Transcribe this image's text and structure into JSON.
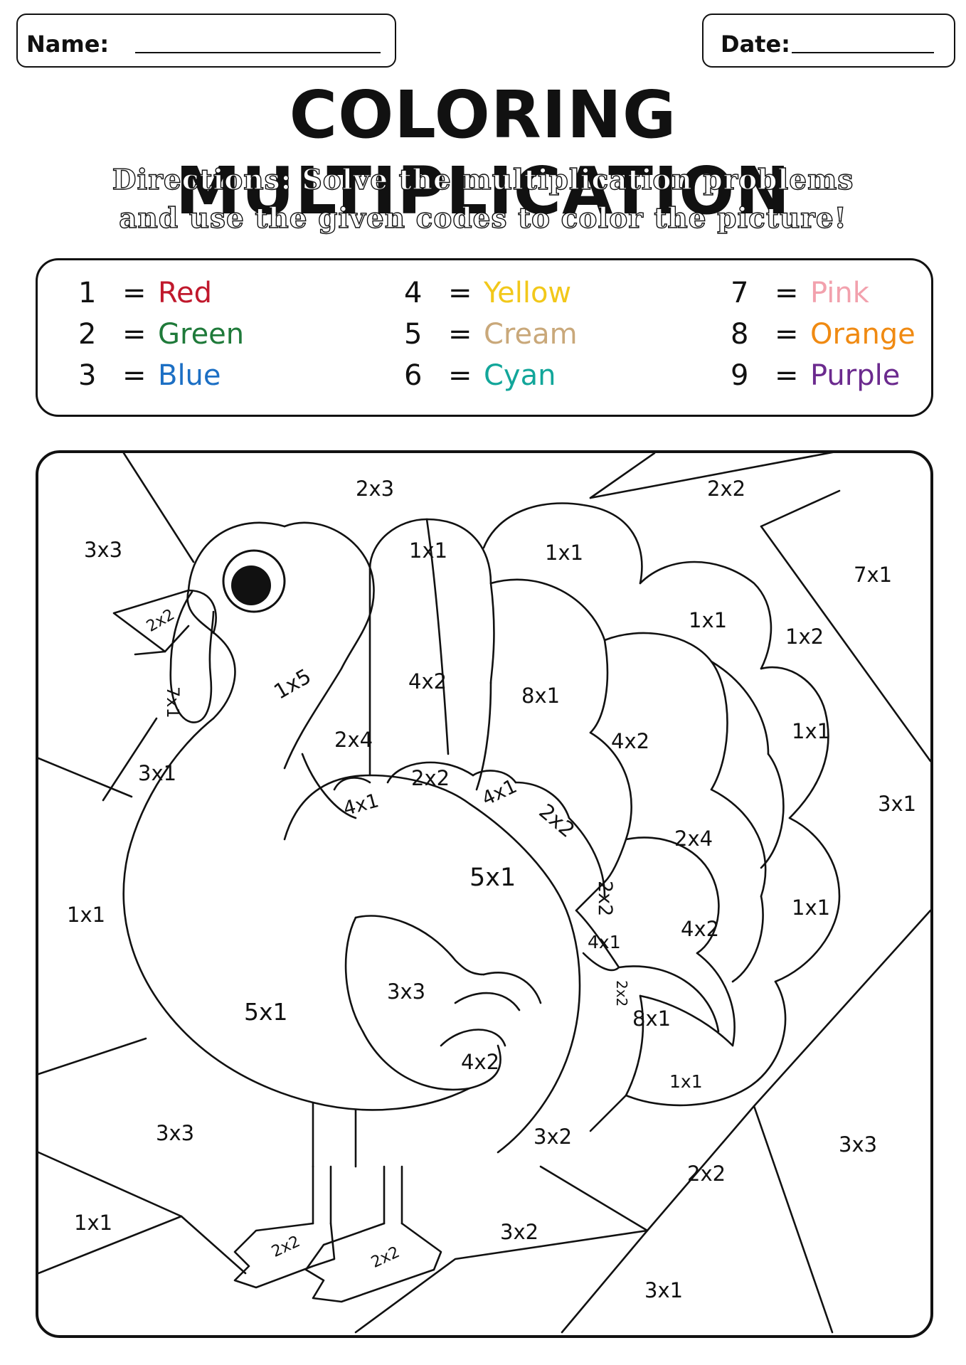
{
  "header": {
    "name_label": "Name:",
    "date_label": "Date:"
  },
  "title": "COLORING MULTIPLICATION",
  "directions": {
    "line1": "Directions: Solve the multiplication problems",
    "line2": "and use the given codes to color the picture!"
  },
  "color_key": [
    {
      "number": "1",
      "equals": "=",
      "color": "Red",
      "hex": "#c0182c"
    },
    {
      "number": "2",
      "equals": "=",
      "color": "Green",
      "hex": "#1f7a3a"
    },
    {
      "number": "3",
      "equals": "=",
      "color": "Blue",
      "hex": "#1c6fc4"
    },
    {
      "number": "4",
      "equals": "=",
      "color": "Yellow",
      "hex": "#f2c81a"
    },
    {
      "number": "5",
      "equals": "=",
      "color": "Cream",
      "hex": "#c9a87a"
    },
    {
      "number": "6",
      "equals": "=",
      "color": "Cyan",
      "hex": "#12a69a"
    },
    {
      "number": "7",
      "equals": "=",
      "color": "Pink",
      "hex": "#f2a1ad"
    },
    {
      "number": "8",
      "equals": "=",
      "color": "Orange",
      "hex": "#f08a12"
    },
    {
      "number": "9",
      "equals": "=",
      "color": "Purple",
      "hex": "#6b2a8e"
    }
  ],
  "picture": {
    "subject_icon": "turkey-icon",
    "problems": [
      "2x3",
      "2x2",
      "3x3",
      "1x1",
      "1x1",
      "7x1",
      "2x2",
      "1x5",
      "7x1",
      "1x1",
      "1x2",
      "4x2",
      "8x1",
      "2x4",
      "4x2",
      "1x1",
      "3x1",
      "2x2",
      "4x1",
      "4x1",
      "2x2",
      "3x1",
      "2x4",
      "5x1",
      "2x2",
      "1x1",
      "1x1",
      "4x1",
      "4x2",
      "3x3",
      "2x2",
      "5x1",
      "8x1",
      "4x2",
      "1x1",
      "3x3",
      "3x2",
      "3x3",
      "2x2",
      "1x1",
      "2x2",
      "2x2",
      "3x2",
      "3x1"
    ]
  }
}
